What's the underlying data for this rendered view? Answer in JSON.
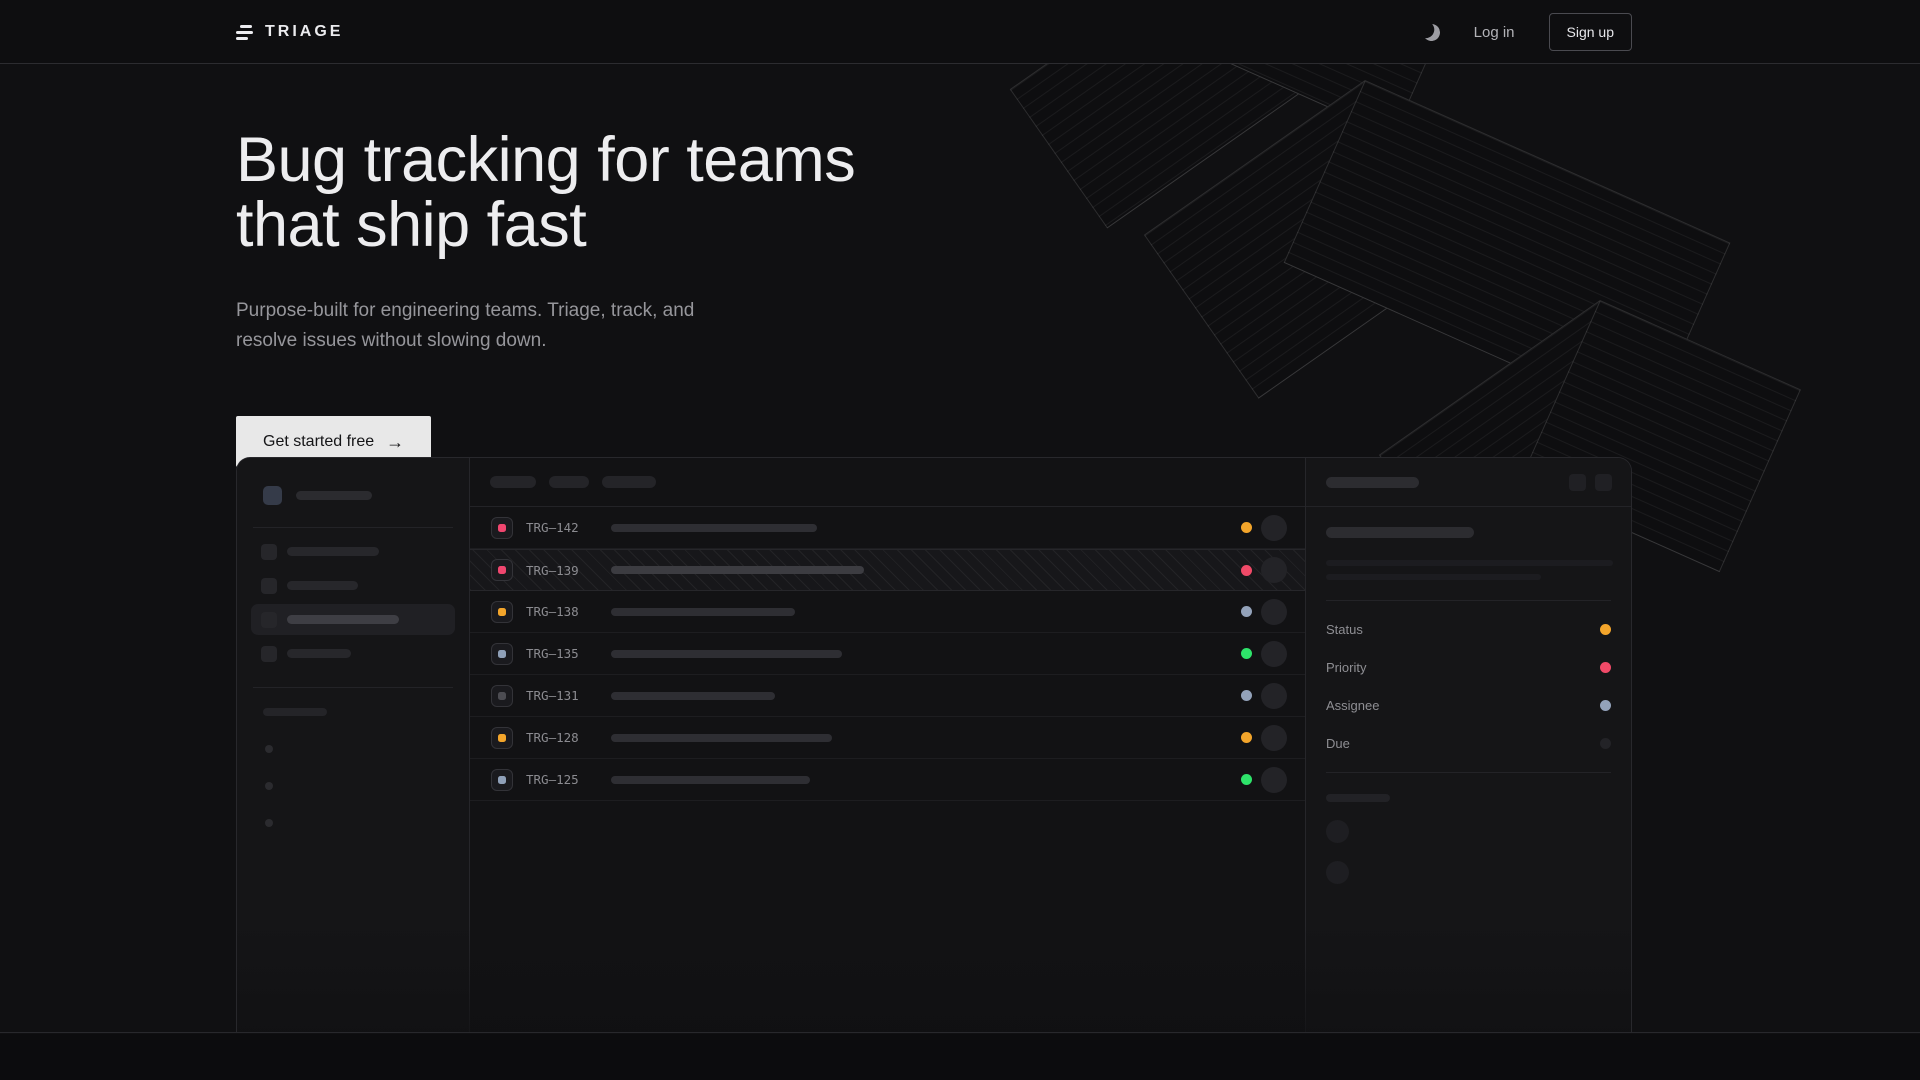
{
  "brand": {
    "name": "TRIAGE"
  },
  "header": {
    "theme_toggle_icon": "moon-icon",
    "login_label": "Log in",
    "signup_label": "Sign up"
  },
  "hero": {
    "title_line1": "Bug tracking for teams",
    "title_line2": "that ship fast",
    "subtitle": "Purpose-built for engineering teams. Triage, track, and resolve issues without slowing down.",
    "cta_label": "Get started free",
    "cta_arrow": "→"
  },
  "mockup": {
    "issues": [
      {
        "id": "TRG–142",
        "icon_color": "#f0466f",
        "title_width": 206,
        "status_color": "#f3a52b",
        "selected": false
      },
      {
        "id": "TRG–139",
        "icon_color": "#f0466f",
        "title_width": 253,
        "status_color": "#f04a68",
        "selected": true
      },
      {
        "id": "TRG–138",
        "icon_color": "#f3a52b",
        "title_width": 184,
        "status_color": "#93a2ba",
        "selected": false
      },
      {
        "id": "TRG–135",
        "icon_color": "#8fa0b8",
        "title_width": 231,
        "status_color": "#2ee36a",
        "selected": false
      },
      {
        "id": "TRG–131",
        "icon_color": "#4c4c52",
        "title_width": 164,
        "status_color": "#93a2ba",
        "selected": false
      },
      {
        "id": "TRG–128",
        "icon_color": "#f3a52b",
        "title_width": 221,
        "status_color": "#f3a52b",
        "selected": false
      },
      {
        "id": "TRG–125",
        "icon_color": "#8fa0b8",
        "title_width": 199,
        "status_color": "#2ee36a",
        "selected": false
      }
    ],
    "detail_panel": {
      "fields": [
        {
          "label": "Status",
          "dot_color": "#f3a52b"
        },
        {
          "label": "Priority",
          "dot_color": "#f04a68"
        },
        {
          "label": "Assignee",
          "dot_color": "#93a2ba"
        },
        {
          "label": "Due",
          "dot_color": "#232327"
        }
      ]
    }
  },
  "colors": {
    "page_bg": "#101012",
    "cta_bg": "#e8e8e8",
    "accent_pink": "#f04a68",
    "accent_amber": "#f3a52b",
    "accent_green": "#2ee36a",
    "accent_slate": "#93a2ba"
  }
}
